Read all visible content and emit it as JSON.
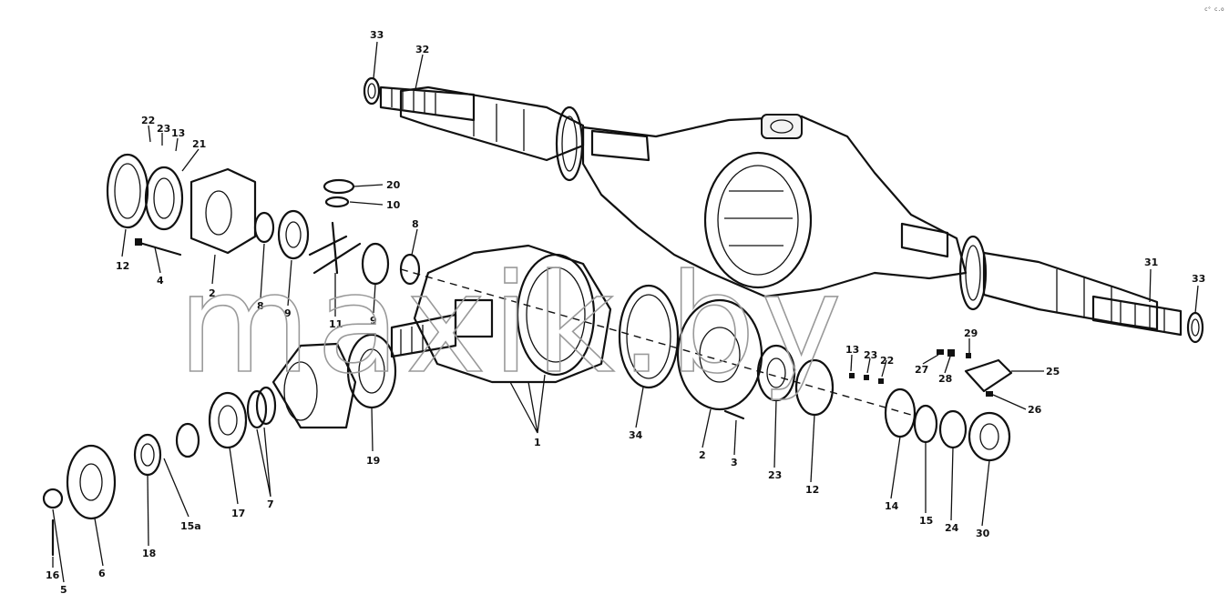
{
  "watermark": "maxik.by",
  "corner_mark": "c° c.o",
  "callouts": [
    {
      "id": "c33a",
      "text": "33"
    },
    {
      "id": "c32",
      "text": "32"
    },
    {
      "id": "c22a",
      "text": "22"
    },
    {
      "id": "c23a",
      "text": "23"
    },
    {
      "id": "c13a",
      "text": "13"
    },
    {
      "id": "c21",
      "text": "21"
    },
    {
      "id": "c20",
      "text": "20"
    },
    {
      "id": "c10",
      "text": "10"
    },
    {
      "id": "c8",
      "text": "8"
    },
    {
      "id": "c12a",
      "text": "12"
    },
    {
      "id": "c4",
      "text": "4"
    },
    {
      "id": "c2a",
      "text": "2"
    },
    {
      "id": "c8b",
      "text": "8"
    },
    {
      "id": "c9a",
      "text": "9"
    },
    {
      "id": "c11",
      "text": "11"
    },
    {
      "id": "c9b",
      "text": "9"
    },
    {
      "id": "c1",
      "text": "1"
    },
    {
      "id": "c19",
      "text": "19"
    },
    {
      "id": "c7",
      "text": "7"
    },
    {
      "id": "c17",
      "text": "17"
    },
    {
      "id": "c15a",
      "text": "15a"
    },
    {
      "id": "c18",
      "text": "18"
    },
    {
      "id": "c6",
      "text": "6"
    },
    {
      "id": "c16",
      "text": "16"
    },
    {
      "id": "c5",
      "text": "5"
    },
    {
      "id": "c34",
      "text": "34"
    },
    {
      "id": "c2b",
      "text": "2"
    },
    {
      "id": "c3",
      "text": "3"
    },
    {
      "id": "c23b",
      "text": "23"
    },
    {
      "id": "c12b",
      "text": "12"
    },
    {
      "id": "c13b",
      "text": "13"
    },
    {
      "id": "c23c",
      "text": "23"
    },
    {
      "id": "c22b",
      "text": "22"
    },
    {
      "id": "c27",
      "text": "27"
    },
    {
      "id": "c28",
      "text": "28"
    },
    {
      "id": "c29",
      "text": "29"
    },
    {
      "id": "c25",
      "text": "25"
    },
    {
      "id": "c26",
      "text": "26"
    },
    {
      "id": "c14",
      "text": "14"
    },
    {
      "id": "c15b",
      "text": "15"
    },
    {
      "id": "c24",
      "text": "24"
    },
    {
      "id": "c30",
      "text": "30"
    },
    {
      "id": "c31",
      "text": "31"
    },
    {
      "id": "c33b",
      "text": "33"
    }
  ]
}
